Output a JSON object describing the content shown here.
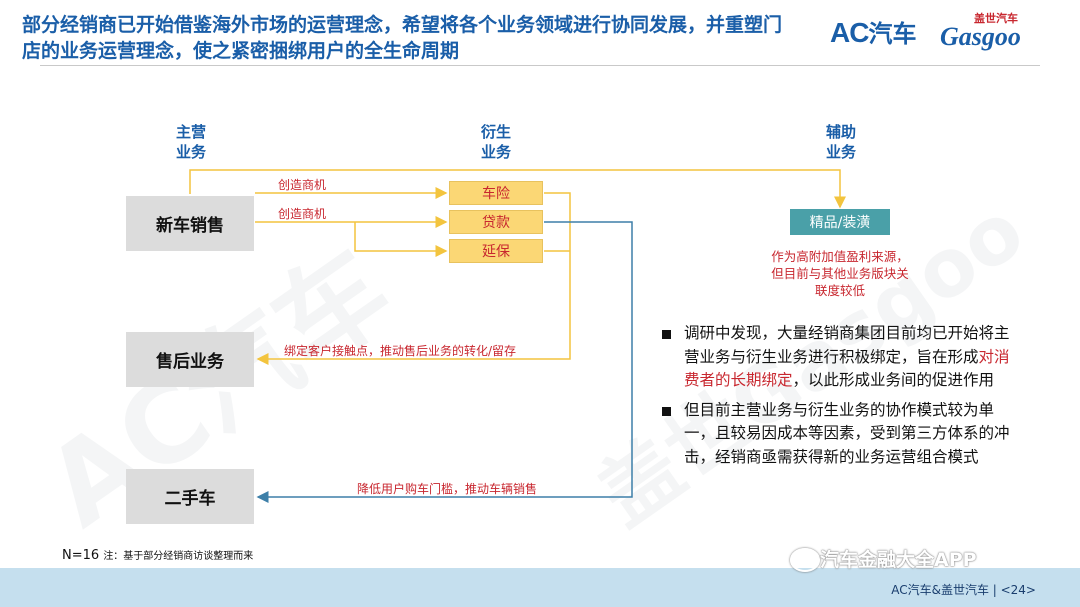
{
  "header": {
    "title": "部分经销商已开始借鉴海外市场的运营理念，希望将各个业务领域进行协同发展，并重塑门店的业务运营理念，使之紧密捆绑用户的全生命周期",
    "logo_ac_latin": "AC",
    "logo_ac_cn": "汽车",
    "logo_gasgoo_cn": "盖世汽车",
    "logo_gasgoo_en": "Gasgoo"
  },
  "diagram": {
    "columns": {
      "main": [
        "主营",
        "业务"
      ],
      "derivative": [
        "衍生",
        "业务"
      ],
      "auxiliary": [
        "辅助",
        "业务"
      ]
    },
    "main_boxes": [
      "新车销售",
      "售后业务",
      "二手车"
    ],
    "derivative_boxes": [
      "车险",
      "贷款",
      "延保"
    ],
    "auxiliary_box": "精品/装潢",
    "labels": {
      "create_opportunity_top": "创造商机",
      "create_opportunity_mid": "创造商机",
      "bind_customer": "绑定客户接触点，推动售后业务的转化/留存",
      "lower_threshold": "降低用户购车门槛，推动车辆销售"
    },
    "aux_note": [
      "作为高附加值盈利来源，",
      "但目前与其他业务版块关",
      "联度较低"
    ],
    "colors": {
      "title_blue": "#1a5ea8",
      "flow_yellow": "#f3c43e",
      "flow_blue": "#3d7fa8",
      "box_yellow": "#fbd775",
      "box_teal": "#4aa0a8",
      "accent_red": "#c8272f"
    }
  },
  "bullets": [
    {
      "before": "调研中发现，大量经销商集团目前均已开始将主营业务与衍生业务进行积极绑定，旨在形成",
      "highlight": "对消费者的长期绑定",
      "after": "，以此形成业务间的促进作用"
    },
    {
      "before": "但目前主营业务与衍生业务的协作模式较为单一，且较易因成本等因素，受到第三方体系的冲击，经销商亟需获得新的业务运营组合模式",
      "highlight": "",
      "after": ""
    }
  ],
  "footnote": {
    "n": "N=16",
    "note": "注：基于部分经销商访谈整理而来"
  },
  "footer": {
    "wechat": "汽车金融大全APP",
    "source": "AC汽车&盖世汽车 | <24>"
  },
  "watermark": {
    "left": "AC汽车",
    "right": "盖世Gasgoo"
  }
}
